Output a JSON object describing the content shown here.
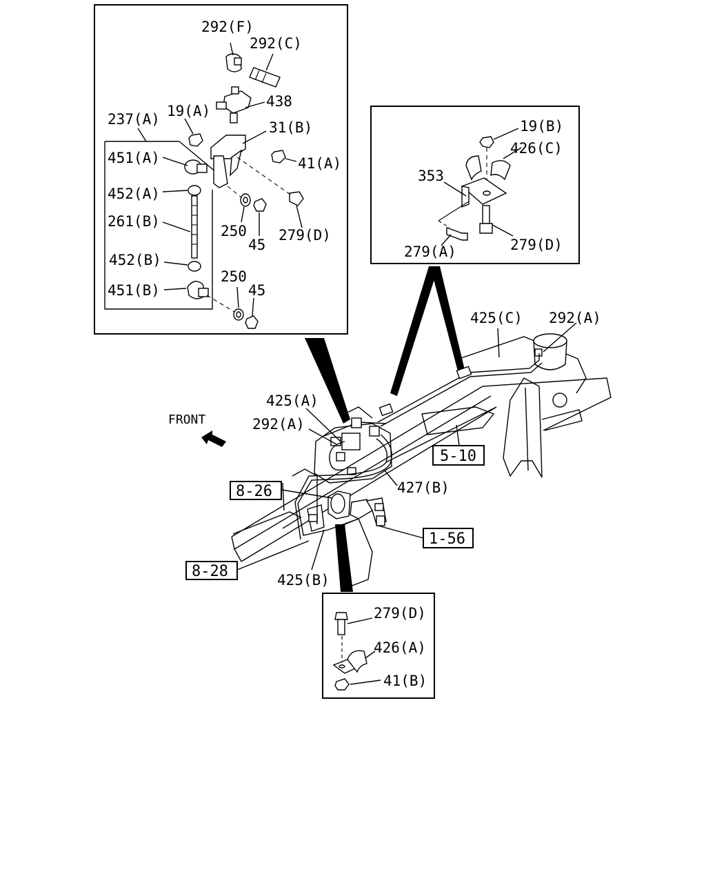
{
  "labels": {
    "p292F": "292(F)",
    "p292C": "292(C)",
    "p438": "438",
    "p19A": "19(A)",
    "p237A": "237(A)",
    "p31B": "31(B)",
    "p41A": "41(A)",
    "p451A": "451(A)",
    "p452A": "452(A)",
    "p261B": "261(B)",
    "p250a": "250",
    "p45a": "45",
    "p279Da": "279(D)",
    "p452B": "452(B)",
    "p451B": "451(B)",
    "p250b": "250",
    "p45b": "45",
    "p19B": "19(B)",
    "p426C": "426(C)",
    "p353": "353",
    "p279A": "279(A)",
    "p279Db": "279(D)",
    "p425C": "425(C)",
    "p292Aa": "292(A)",
    "p425A": "425(A)",
    "p292Ab": "292(A)",
    "p427B": "427(B)",
    "p425B": "425(B)",
    "p279Dc": "279(D)",
    "p426A": "426(A)",
    "p41B": "41(B)",
    "front": "FRONT"
  },
  "refs": {
    "r510": "5-10",
    "r826": "8-26",
    "r156": "1-56",
    "r828": "8-28"
  },
  "icons": {
    "front_arrow": "arrow-up-left-icon"
  }
}
